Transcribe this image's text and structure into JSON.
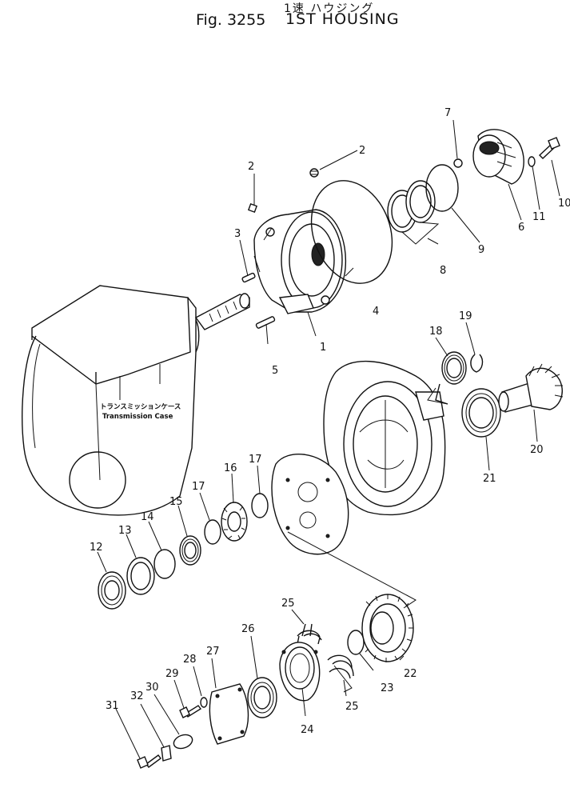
{
  "header": {
    "japanese_title": "1速 ハウジング",
    "figure_number": "Fig. 3255",
    "title": "1ST HOUSING"
  },
  "case_label": {
    "japanese": "トランスミッションケース",
    "english": "Transmission Case"
  },
  "callouts": [
    "1",
    "2",
    "2",
    "3",
    "4",
    "5",
    "6",
    "7",
    "8",
    "9",
    "10",
    "11",
    "12",
    "13",
    "14",
    "15",
    "16",
    "17",
    "17",
    "18",
    "19",
    "20",
    "21",
    "22",
    "23",
    "24",
    "25",
    "25",
    "26",
    "27",
    "28",
    "29",
    "30",
    "31",
    "32"
  ]
}
